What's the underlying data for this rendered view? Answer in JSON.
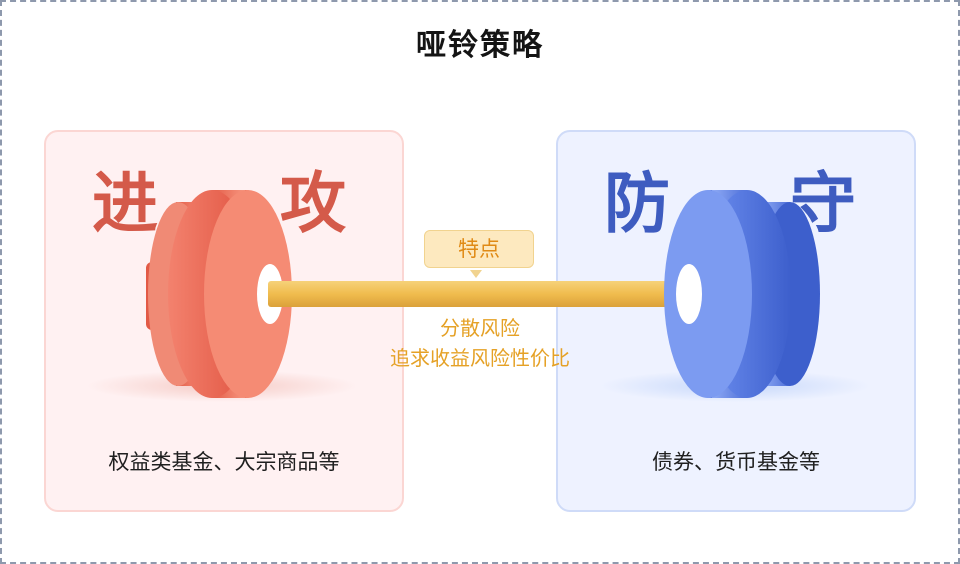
{
  "title": "哑铃策略",
  "attack": {
    "char1": "进",
    "char2": "攻",
    "caption": "权益类基金、大宗商品等",
    "color": "#e8624f"
  },
  "defense": {
    "char1": "防",
    "char2": "守",
    "caption": "债券、货币基金等",
    "color": "#4b72d6"
  },
  "feature": {
    "badge": "特点",
    "line1": "分散风险",
    "line2": "追求收益风险性价比",
    "color": "#e5a126"
  }
}
